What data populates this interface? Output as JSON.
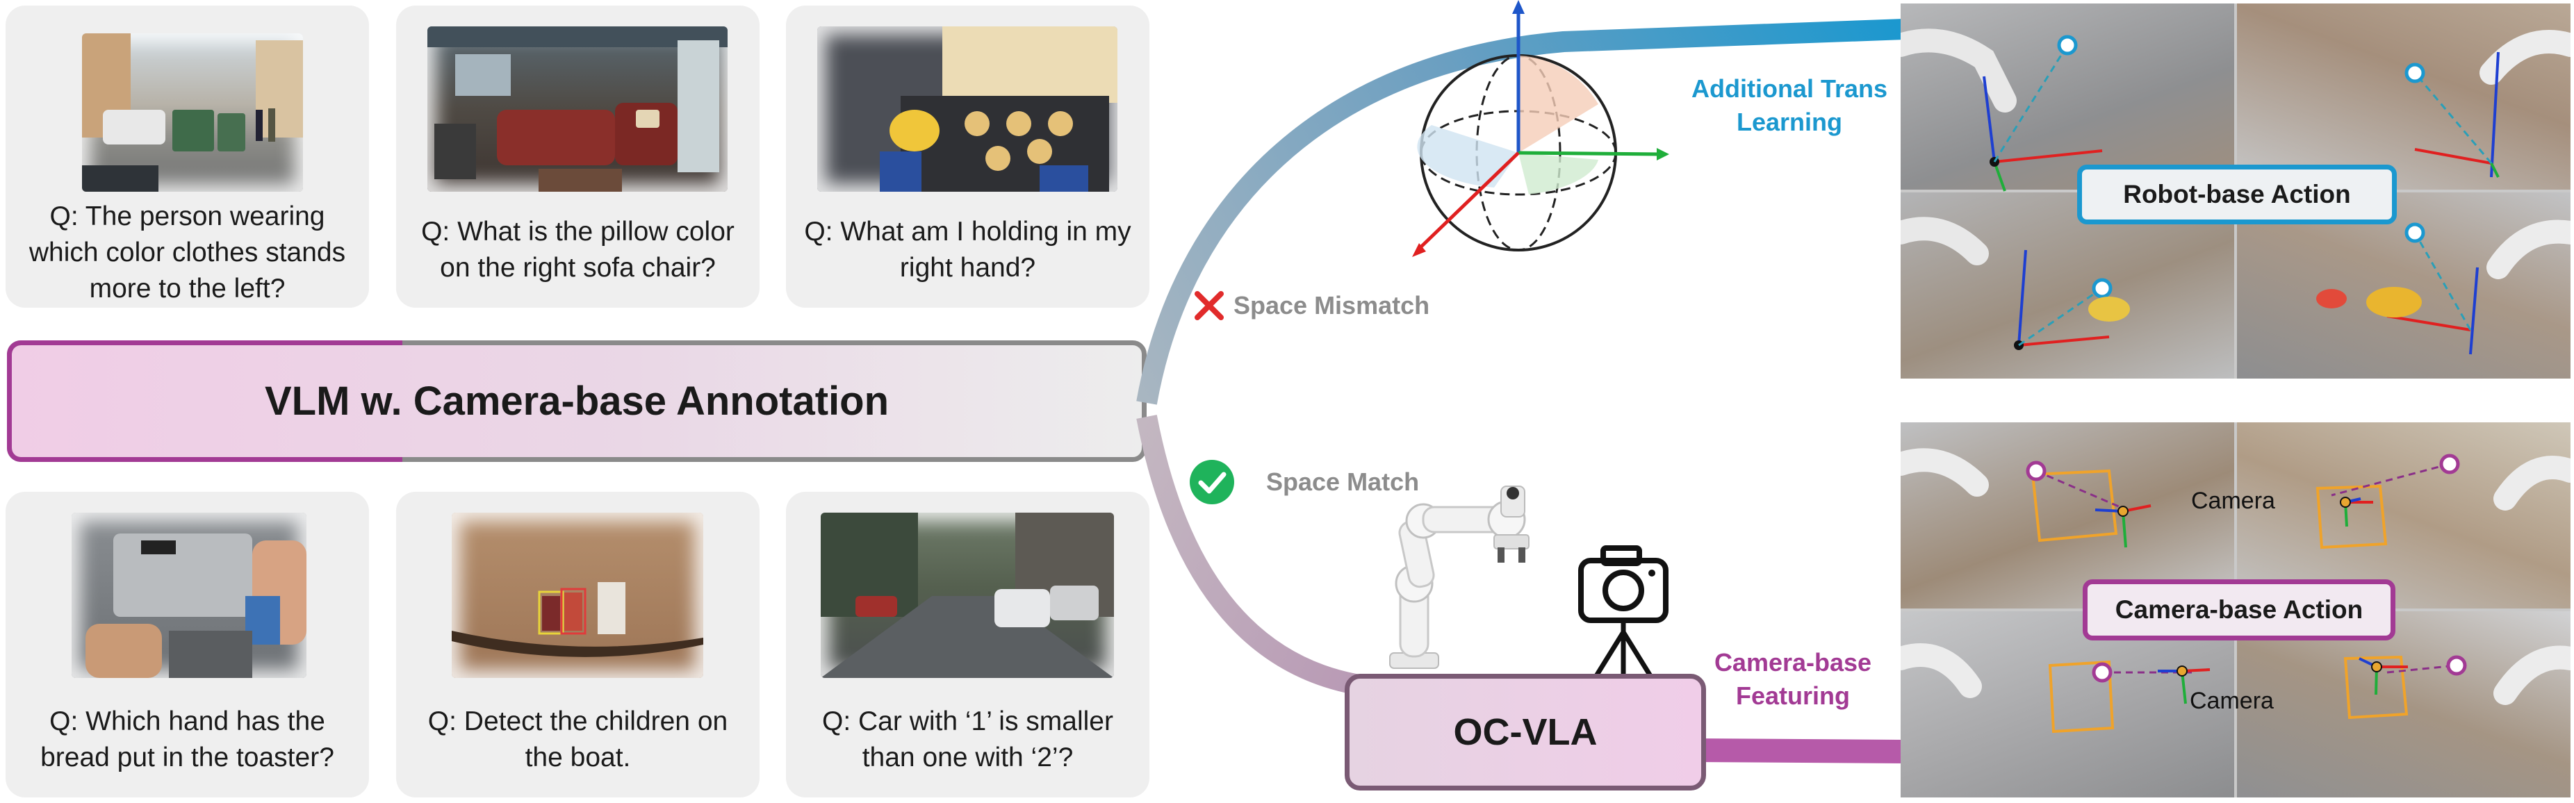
{
  "questions": {
    "q1": "Q: The person wearing which color clothes stands more to the left?",
    "q2": "Q: What is the pillow color on the right sofa chair?",
    "q3": "Q: What am I holding in my right hand?",
    "q4": "Q: Which hand has the bread put in the toaster?",
    "q5": "Q: Detect the children on the boat.",
    "q6": "Q: Car with ‘1’ is smaller than one with ‘2’?"
  },
  "banner_title": "VLM w. Camera-base Annotation",
  "labels": {
    "additional_transfer": "Additional Trans Learning",
    "space_mismatch": "Space Mismatch",
    "space_match": "Space Match",
    "camera_base_featuring": "Camera-base Featuring",
    "robot_base_action": "Robot-base Action",
    "camera_base_action": "Camera-base Action",
    "oc_vla": "OC-VLA",
    "camera_1": "Camera",
    "camera_2": "Camera"
  },
  "colors": {
    "accent_blue": "#1b98cf",
    "accent_purple": "#a23a94",
    "mismatch_red": "#e12b2b",
    "match_green": "#1fb35b",
    "label_gray": "#8c8c8c"
  },
  "icons": [
    "cross-icon",
    "check-icon",
    "camera-icon",
    "robot-arm-icon",
    "coordinate-sphere-icon"
  ]
}
